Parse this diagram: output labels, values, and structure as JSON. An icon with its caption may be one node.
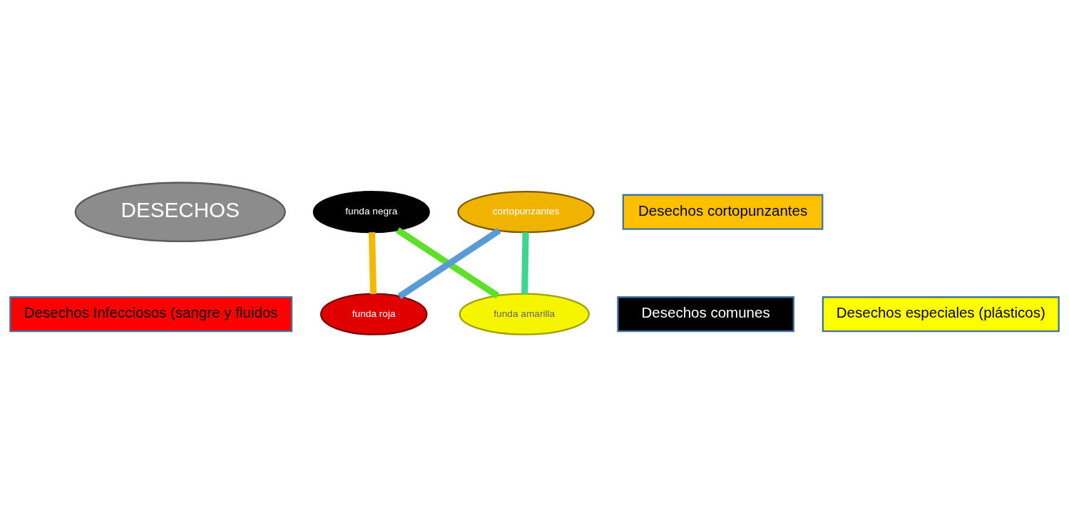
{
  "diagram": {
    "nodes": [
      {
        "text": [
          "DESECHOS"
        ]
      },
      {
        "text": [
          "Desechos Infecciosos (sangre y fluidos"
        ]
      },
      {
        "text": [
          "funda roja"
        ]
      },
      {
        "text": [
          "Desechos comunes"
        ]
      },
      {
        "text": [
          "funda negra"
        ]
      },
      {
        "text": [
          "Desechos cortopunzantes"
        ]
      },
      {
        "text": [
          "cortopunzantes"
        ]
      },
      {
        "text": [
          "funda amarilla"
        ]
      },
      {
        "text": [
          "Desechos especiales (plásticos)"
        ]
      }
    ],
    "edges": [
      {
        "from": 2,
        "to": 4,
        "arrow": "none",
        "color": "#f5b800"
      },
      {
        "from": 4,
        "to": 7,
        "arrow": "none",
        "color": "#5ee02a"
      },
      {
        "from": 7,
        "to": 6,
        "arrow": "none",
        "color": "#3dd68c"
      },
      {
        "from": 6,
        "to": 2,
        "arrow": "none",
        "color": "#5b9bd5"
      }
    ]
  }
}
